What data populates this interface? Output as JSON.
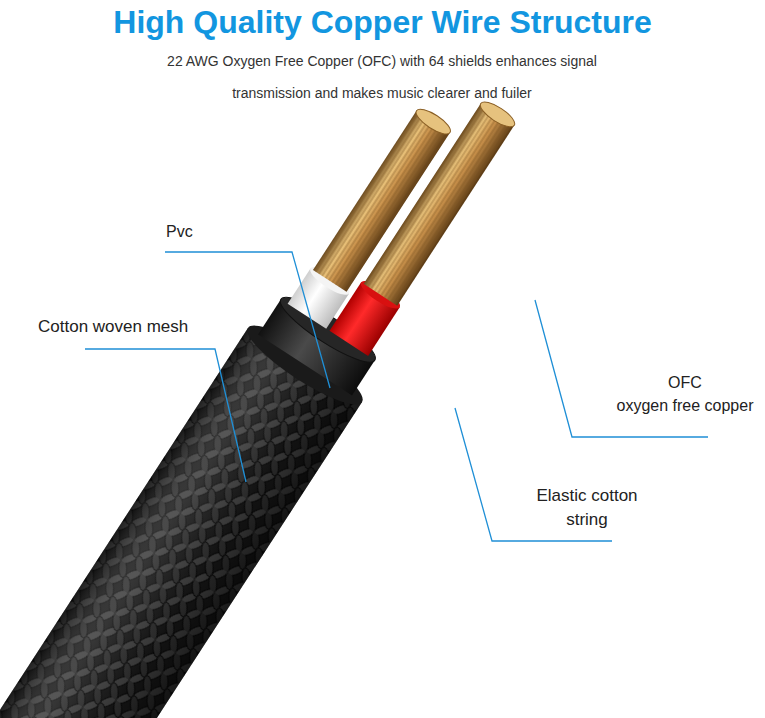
{
  "diagram": {
    "title": "High Quality Copper Wire Structure",
    "labels": [
      "22 AWG Oxygen Free Copper (OFC) with 64 shields enhances signal transmission and makes music clearer and fuiler",
      "Pvc",
      "Cotton woven mesh",
      "OFC",
      "oxygen free copper",
      "Elastic cotton string"
    ]
  }
}
